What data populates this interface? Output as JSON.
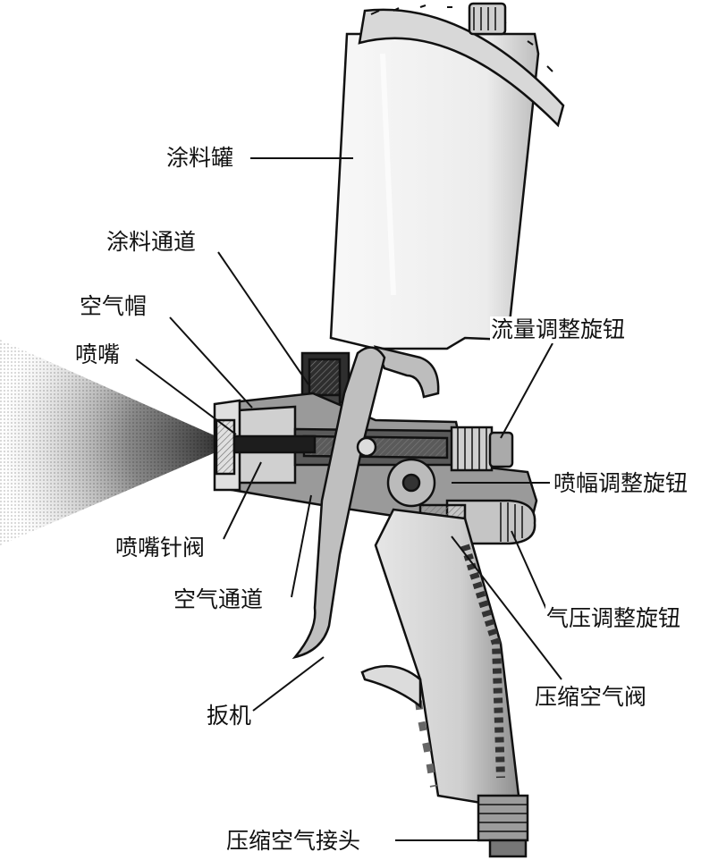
{
  "labels": {
    "paint_cup": "涂料罐",
    "paint_channel": "涂料通道",
    "air_cap": "空气帽",
    "nozzle": "喷嘴",
    "flow_knob": "流量调整旋钮",
    "fan_knob": "喷幅调整旋钮",
    "needle_valve": "喷嘴针阀",
    "air_channel": "空气通道",
    "pressure_knob": "气压调整旋钮",
    "trigger": "扳机",
    "air_valve": "压缩空气阀",
    "air_connector": "压缩空气接头"
  },
  "colors": {
    "ink": "#111111",
    "metal_dark": "#3a3a3a",
    "metal_mid": "#8a8a8a",
    "cup": "#ececec",
    "spray": "#555555"
  }
}
